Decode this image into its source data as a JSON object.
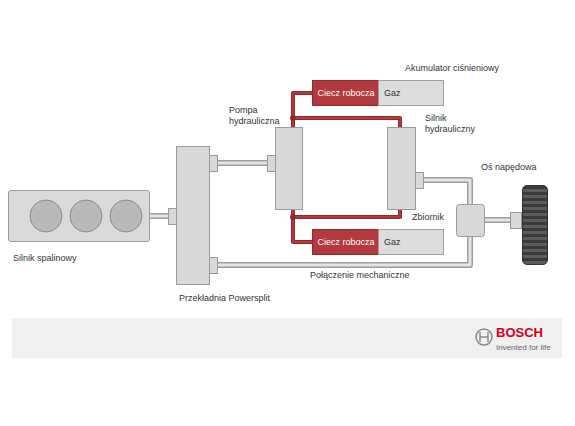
{
  "diagram": {
    "nodes": [
      {
        "text": [
          "Silnik spalinowy"
        ]
      },
      {
        "text": [
          "Przekładnia Powersplit"
        ]
      },
      {
        "text": [
          "Pompa hydrauliczna"
        ]
      },
      {
        "text": [
          "Akumulator ciśnieniowy"
        ]
      },
      {
        "text": [
          "Ciecz robocza"
        ],
        "in": 3
      },
      {
        "text": [
          "Gaz"
        ],
        "in": 3
      },
      {
        "text": [
          "Silnik hydrauliczny"
        ]
      },
      {
        "text": [
          "Zbiornik"
        ]
      },
      {
        "text": [
          "Ciecz robocza"
        ],
        "in": 7
      },
      {
        "text": [
          "Gaz"
        ],
        "in": 7
      },
      {
        "text": [
          "Oś napędowa"
        ]
      }
    ],
    "edges": [
      {
        "from": 0,
        "to": 1,
        "arrow": "none"
      },
      {
        "from": 1,
        "to": 2,
        "arrow": "none"
      },
      {
        "from": 2,
        "to": 6,
        "arrow": "none"
      },
      {
        "from": 2,
        "to": 4,
        "arrow": "none"
      },
      {
        "from": 2,
        "to": 6,
        "arrow": "none"
      },
      {
        "from": 2,
        "to": 8,
        "arrow": "none"
      },
      {
        "from": 6,
        "to": 10,
        "arrow": "none"
      },
      {
        "from": 1,
        "to": 10,
        "label": "Połączenie mechaniczne",
        "arrow": "none"
      }
    ],
    "labels": [
      "BOSCH",
      "Invented for life"
    ]
  }
}
